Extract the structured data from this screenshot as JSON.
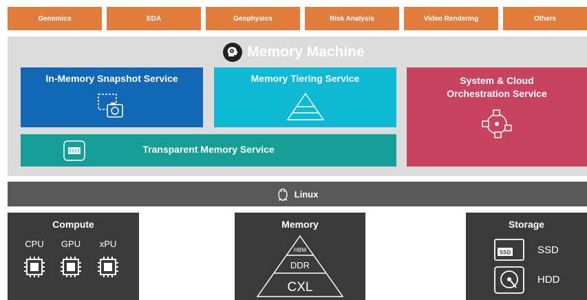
{
  "applications": [
    "Genomics",
    "EDA",
    "Geophysics",
    "Risk Analysis",
    "Video Rendering",
    "Others"
  ],
  "memory_machine": {
    "title": "Memory Machine",
    "icon": "head-gear-icon",
    "services": {
      "snapshot": "In-Memory Snapshot Service",
      "tiering": "Memory Tiering Service",
      "orchestration_line1": "System & Cloud",
      "orchestration_line2": "Orchestration Service",
      "transparent": "Transparent Memory Service"
    }
  },
  "linux": {
    "label": "Linux",
    "icon": "penguin-icon"
  },
  "compute": {
    "title": "Compute",
    "items": [
      "CPU",
      "GPU",
      "xPU"
    ]
  },
  "memory": {
    "title": "Memory",
    "tiers": [
      "HBM",
      "DDR",
      "CXL"
    ]
  },
  "storage": {
    "title": "Storage",
    "items": [
      "SSD",
      "HDD"
    ],
    "ssd_icon_label": "SSD"
  },
  "colors": {
    "orange": "#e07c3c",
    "blue": "#1368b5",
    "cyan": "#0fb8d3",
    "teal": "#179e96",
    "crimson": "#c8435f",
    "panel": "#dcdcdc",
    "dark": "#3a3a3a",
    "linux_bar": "#595959"
  }
}
